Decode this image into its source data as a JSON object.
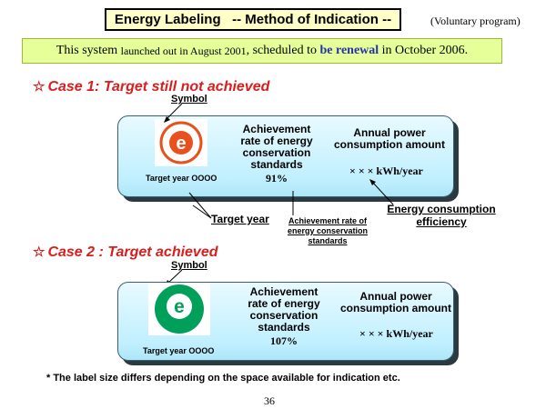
{
  "title": "Energy Labeling   -- Method of Indication --",
  "voluntary_note": "(Voluntary program)",
  "banner": {
    "part1": "This system ",
    "part2_small": "launched out in August 2001",
    "part3": ", scheduled to ",
    "renewal": "be renewal",
    "part4": " in October 2006."
  },
  "case1": {
    "title": "Case 1: Target still not achieved",
    "symbol_label": "Symbol",
    "logo_letter": "e",
    "target_year": "Target year  OOOO",
    "achievement_label": "Achievement rate of energy conservation standards",
    "achievement_value": "91%",
    "consumption_label": "Annual power consumption amount",
    "kwh": "× × × kWh/year",
    "callout_target_year": "Target year",
    "callout_achievement": "Achievement rate of energy conservation standards",
    "callout_efficiency": "Energy consumption efficiency",
    "logo_color": "#e8501e"
  },
  "case2": {
    "title": "Case 2 : Target achieved",
    "symbol_label": "Symbol",
    "logo_letter": "e",
    "target_year": "Target year  OOOO",
    "achievement_label": "Achievement rate of energy conservation standards",
    "achievement_value": "107%",
    "consumption_label": "Annual power consumption amount",
    "kwh": "× × × kWh/year",
    "logo_color": "#00a05a"
  },
  "footnote": "* The label size differs depending on the space available for indication etc.",
  "page_number": "36"
}
